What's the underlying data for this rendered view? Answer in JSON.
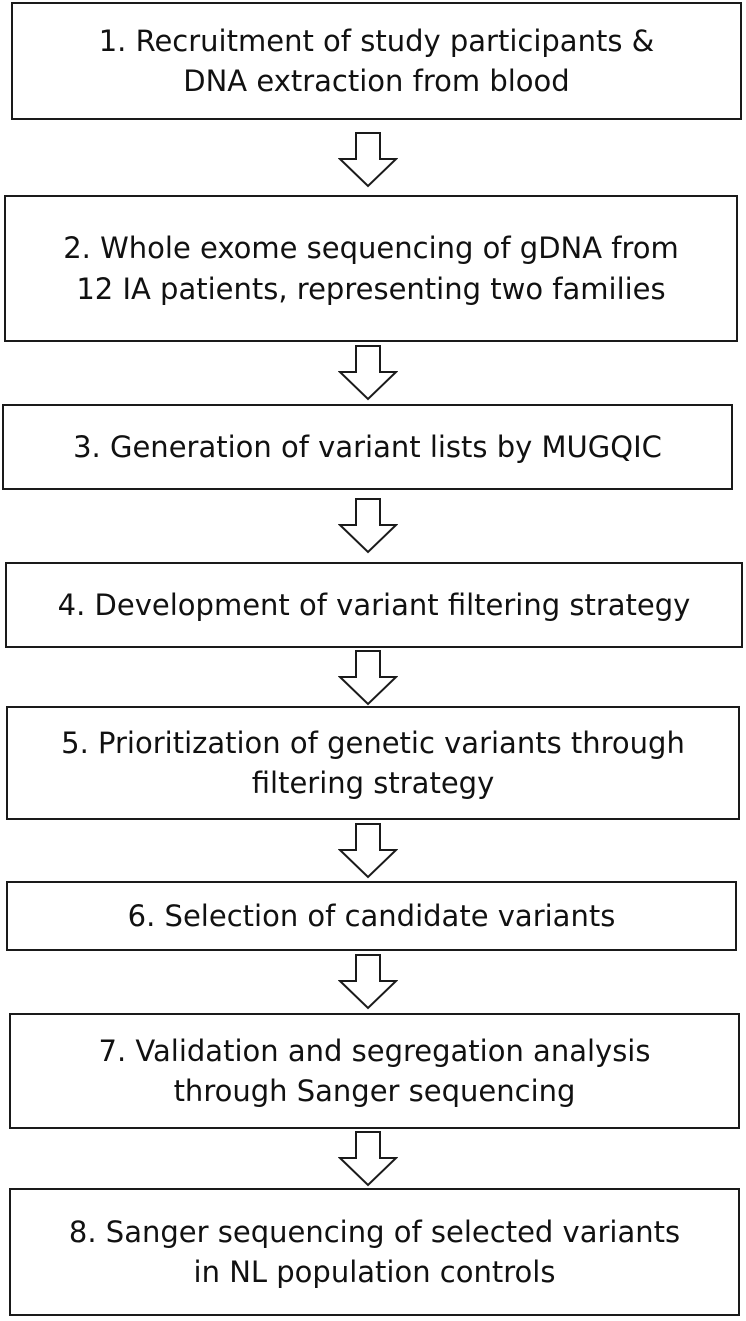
{
  "steps": [
    {
      "text": "1.   Recruitment of study participants &\nDNA extraction from blood"
    },
    {
      "text": "2. Whole exome sequencing of gDNA from\n12 IA patients, representing two families"
    },
    {
      "text": "3. Generation of variant lists by MUGQIC"
    },
    {
      "text": "4. Development of variant filtering strategy"
    },
    {
      "text": "5. Prioritization of genetic variants through\nfiltering strategy"
    },
    {
      "text": "6. Selection of candidate variants"
    },
    {
      "text": "7. Validation and segregation analysis\nthrough Sanger sequencing"
    },
    {
      "text": "8. Sanger sequencing of selected variants\nin NL population controls"
    }
  ],
  "colors": {
    "border": "#1a1a1a",
    "text": "#111111",
    "background": "#ffffff"
  }
}
